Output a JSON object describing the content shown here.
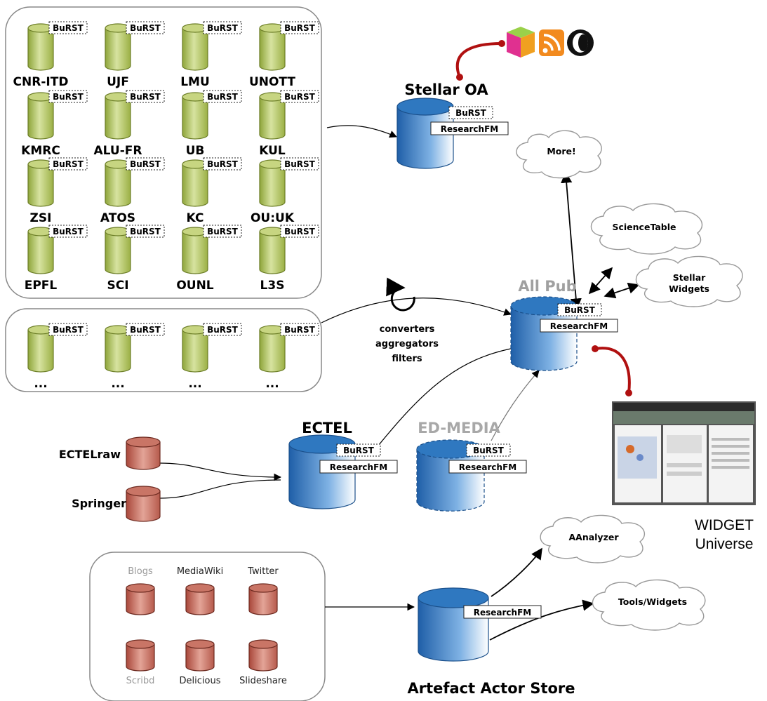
{
  "partners": {
    "tag": "BuRST",
    "labels": [
      "CNR-ITD",
      "UJF",
      "LMU",
      "UNOTT",
      "KMRC",
      "ALU-FR",
      "UB",
      "KUL",
      "ZSI",
      "ATOS",
      "KC",
      "OU:UK",
      "EPFL",
      "SCI",
      "OUNL",
      "L3S"
    ]
  },
  "more_repos": {
    "tag": "BuRST",
    "labels": [
      "...",
      "...",
      "...",
      "..."
    ]
  },
  "stellar_oa": {
    "title": "Stellar OA",
    "tag1": "BuRST",
    "tag2": "ResearchFM"
  },
  "all_pub": {
    "title": "All Pub",
    "tag1": "BuRST",
    "tag2": "ResearchFM"
  },
  "processing": {
    "line1": "converters",
    "line2": "aggregators",
    "line3": "filters"
  },
  "clouds": {
    "more": "More!",
    "science_table": "ScienceTable",
    "stellar_widgets_1": "Stellar",
    "stellar_widgets_2": "Widgets",
    "aanalyzer": "AAnalyzer",
    "tools_widgets": "Tools/Widgets"
  },
  "ectel": {
    "title": "ECTEL",
    "tag1": "BuRST",
    "tag2": "ResearchFM"
  },
  "edmedia": {
    "title": "ED-MEDIA",
    "tag1": "BuRST",
    "tag2": "ResearchFM"
  },
  "sources": {
    "ectelraw": "ECTELraw",
    "springer": "Springer"
  },
  "widget_universe": {
    "line1": "WIDGET",
    "line2": "Universe"
  },
  "social": {
    "labels": [
      "Blogs",
      "MediaWiki",
      "Twitter",
      "Scribd",
      "Delicious",
      "Slideshare"
    ]
  },
  "artefact": {
    "title": "Artefact Actor Store",
    "tag": "ResearchFM"
  },
  "colors": {
    "green": "#b3c35a",
    "blue": "#2f78c0",
    "brown": "#b8584a",
    "red_connector": "#b01010"
  }
}
